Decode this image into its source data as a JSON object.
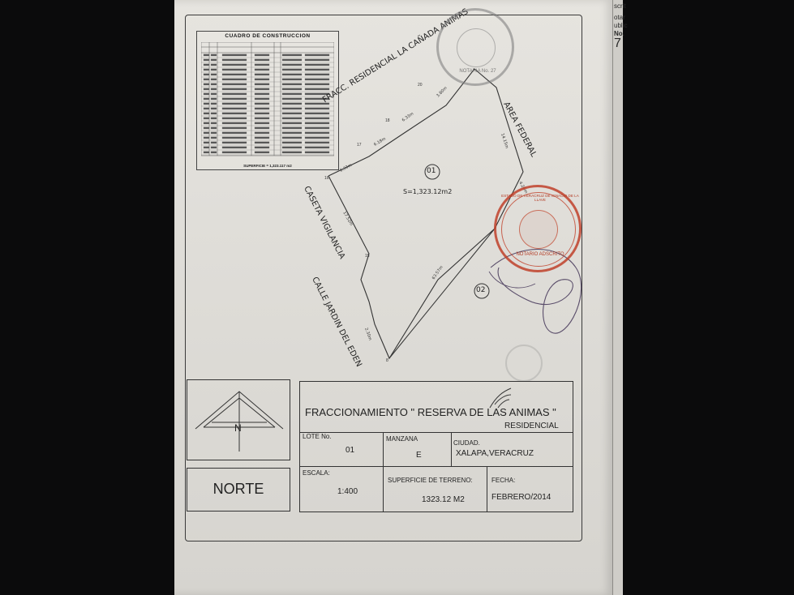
{
  "plan": {
    "table_title": "CUADRO DE CONSTRUCCION",
    "table_surface": "SUPERFICIE = 1,323.117 m2",
    "road_north": "FRACC. RESIDENCIAL LA CAÑADA ANIMAS",
    "area_federal": "AREA FEDERAL",
    "caseta": "CASETA VIGILANCIA",
    "calle": "CALLE JARDIN DEL EDEN",
    "lot_01_number": "01",
    "lot_02_number": "02",
    "lot_area": "S=1,323.12m2"
  },
  "title_block": {
    "development": "FRACCIONAMIENTO \" RESERVA DE LAS ANIMAS \"",
    "subtitle": "RESIDENCIAL",
    "north_letter": "N",
    "north_label": "NORTE",
    "lote_label": "LOTE No.",
    "lote_value": "01",
    "manzana_label": "MANZANA",
    "manzana_value": "E",
    "ciudad_label": "CIUDAD.",
    "ciudad_value": "XALAPA,VERACRUZ",
    "escala_label": "ESCALA:",
    "escala_value": "1:400",
    "superficie_label": "SUPERFICIE DE TERRENO:",
    "superficie_value": "1323.12 M2",
    "fecha_label": "FECHA:",
    "fecha_value": "FEBRERO/2014"
  },
  "seals": {
    "top_text": "NOTARIA No. 27",
    "bottom_ring": "ESTADO DE VERACRUZ DE IGNACIO DE LA LLAVE",
    "bottom_center": "NOTARIO ADSCRITO"
  },
  "edge": {
    "t1": "scrit",
    "t2": "otar",
    "t3": "ublic",
    "t4": "No.",
    "t5": "7"
  },
  "colors": {
    "paper": "#e2e0db",
    "ink": "#2a2a2a",
    "seal_red": "#c0412a",
    "seal_gray": "#8a8a8a"
  }
}
